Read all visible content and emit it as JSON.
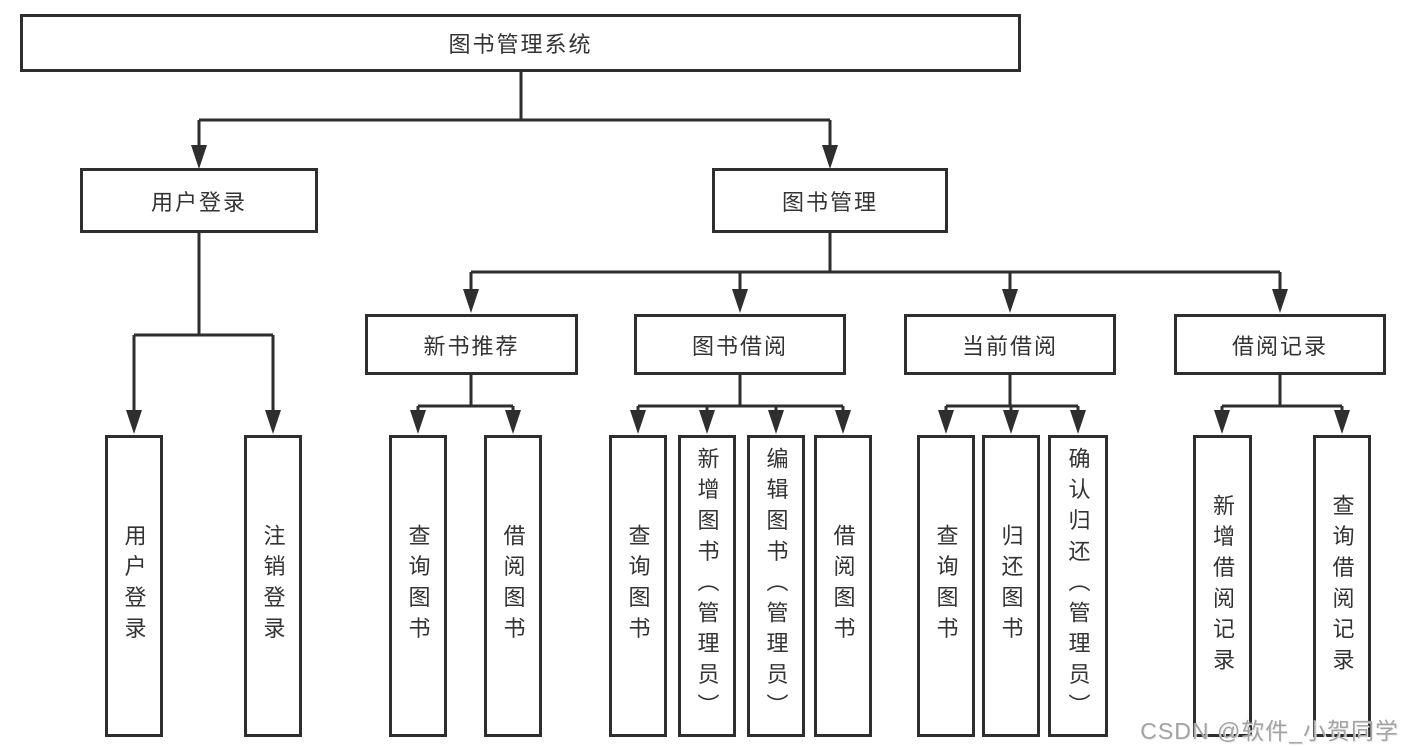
{
  "diagram": {
    "type": "hierarchy-tree",
    "colors": {
      "line": "#2e2e2e",
      "box_border": "#2e2e2e",
      "box_background": "#ffffff",
      "text": "#333333",
      "watermark_text": "#a3a3a3",
      "page_background": "#ffffff"
    },
    "nodes": {
      "root": {
        "label": "图书管理系统"
      },
      "level2": [
        {
          "id": "user-login",
          "label": "用户登录",
          "parent": "图书管理系统"
        },
        {
          "id": "book-management",
          "label": "图书管理",
          "parent": "图书管理系统"
        }
      ],
      "level3": [
        {
          "id": "new-book-recommend",
          "label": "新书推荐",
          "parent": "图书管理"
        },
        {
          "id": "book-borrow",
          "label": "图书借阅",
          "parent": "图书管理"
        },
        {
          "id": "current-borrow",
          "label": "当前借阅",
          "parent": "图书管理"
        },
        {
          "id": "borrow-records",
          "label": "借阅记录",
          "parent": "图书管理"
        }
      ],
      "leaves": [
        {
          "id": "user-login-leaf",
          "label": "用户登录",
          "parent": "用户登录"
        },
        {
          "id": "logout",
          "label": "注销登录",
          "parent": "用户登录"
        },
        {
          "id": "query-books-recommend",
          "label": "查询图书",
          "parent": "新书推荐"
        },
        {
          "id": "borrow-books-recommend",
          "label": "借阅图书",
          "parent": "新书推荐"
        },
        {
          "id": "query-books-borrow",
          "label": "查询图书",
          "parent": "图书借阅"
        },
        {
          "id": "add-books-admin",
          "label": "新增图书（管理员）",
          "parent": "图书借阅"
        },
        {
          "id": "edit-books-admin",
          "label": "编辑图书（管理员）",
          "parent": "图书借阅"
        },
        {
          "id": "borrow-books",
          "label": "借阅图书",
          "parent": "图书借阅"
        },
        {
          "id": "query-books-current",
          "label": "查询图书",
          "parent": "当前借阅"
        },
        {
          "id": "return-books",
          "label": "归还图书",
          "parent": "当前借阅"
        },
        {
          "id": "confirm-return-admin",
          "label": "确认归还（管理员）",
          "parent": "当前借阅"
        },
        {
          "id": "add-borrow-record",
          "label": "新增借阅记录",
          "parent": "借阅记录"
        },
        {
          "id": "query-borrow-record",
          "label": "查询借阅记录",
          "parent": "借阅记录"
        }
      ]
    },
    "watermark": "CSDN @软件_小贺同学"
  }
}
